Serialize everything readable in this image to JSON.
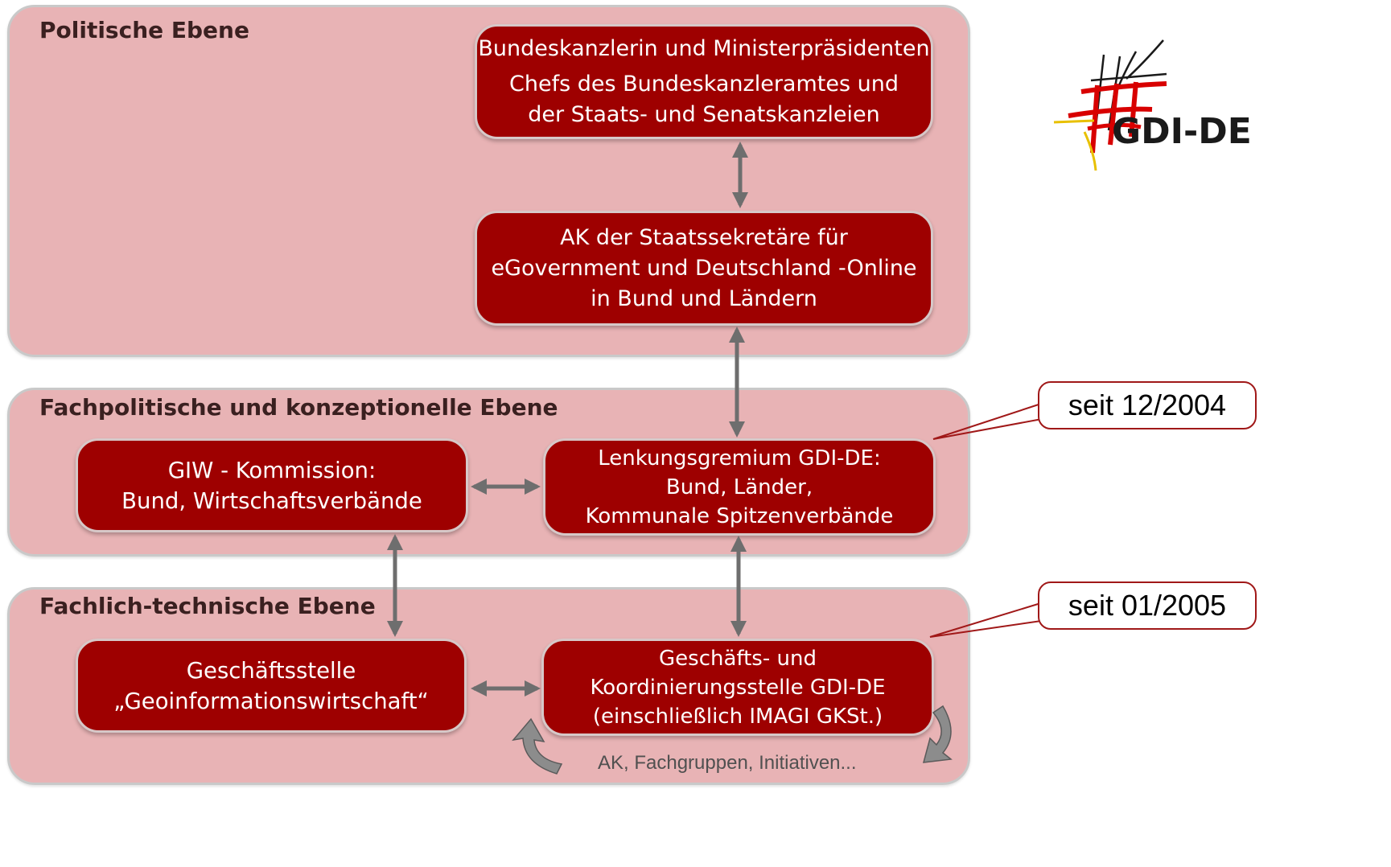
{
  "levels": {
    "political": "Politische Ebene",
    "conceptual": "Fachpolitische und konzeptionelle Ebene",
    "technical": "Fachlich-technische Ebene"
  },
  "nodes": {
    "chancellor": {
      "line1": "Bundeskanzlerin und Ministerpräsidenten",
      "line2": "Chefs des Bundeskanzleramtes und",
      "line3": "der Staats- und Senatskanzleien"
    },
    "state_secretaries": {
      "line1": "AK der Staatssekretäre für",
      "line2": "eGovernment und Deutschland -Online",
      "line3": "in Bund und Ländern"
    },
    "giw": {
      "line1": "GIW - Kommission:",
      "line2": "Bund, Wirtschaftsverbände"
    },
    "steering": {
      "line1": "Lenkungsgremium GDI-DE:",
      "line2": "Bund, Länder,",
      "line3": "Kommunale Spitzenverbände"
    },
    "office": {
      "line1": "Geschäftsstelle",
      "line2": "„Geoinformationswirtschaft“"
    },
    "coordination": {
      "line1": "Geschäfts- und",
      "line2": "Koordinierungsstelle GDI-DE",
      "line3": "(einschließlich IMAGI GKSt.)"
    }
  },
  "callouts": {
    "since_2004": "seit 12/2004",
    "since_2005": "seit 01/2005"
  },
  "footer": "AK, Fachgruppen, Initiativen...",
  "logo": {
    "text": "GDI-DE"
  },
  "colors": {
    "level_bg": "#e8b3b5",
    "node_bg": "#9e0000",
    "arrow": "#6e6e6e",
    "callout_border": "#a01818"
  }
}
